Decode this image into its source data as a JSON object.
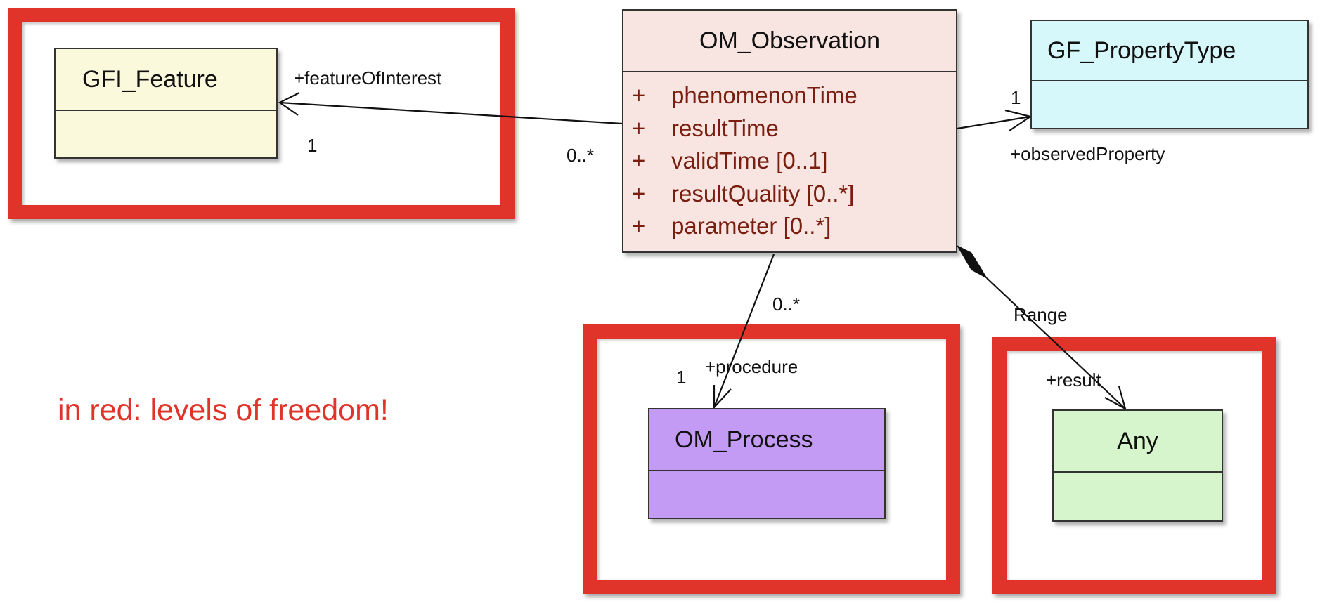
{
  "classes": {
    "gfi_feature": {
      "name": "GFI_Feature",
      "fill": "#fbf9dc"
    },
    "om_observation": {
      "name": "OM_Observation",
      "fill": "#f8e4e0",
      "attributes": [
        {
          "vis": "+",
          "label": "phenomenonTime"
        },
        {
          "vis": "+",
          "label": "resultTime"
        },
        {
          "vis": "+",
          "label": "validTime [0..1]"
        },
        {
          "vis": "+",
          "label": "resultQuality [0..*]"
        },
        {
          "vis": "+",
          "label": "parameter [0..*]"
        }
      ]
    },
    "gf_propertytype": {
      "name": "GF_PropertyType",
      "fill": "#d6f8fb"
    },
    "om_process": {
      "name": "OM_Process",
      "fill": "#c49bf4"
    },
    "any": {
      "name": "Any",
      "fill": "#d6f5cc"
    }
  },
  "associations": {
    "feature_of_interest": {
      "role": "+featureOfInterest",
      "target_mult": "1",
      "source_mult": "0..*"
    },
    "observed_property": {
      "role": "+observedProperty",
      "target_mult": "1"
    },
    "procedure": {
      "role": "+procedure",
      "target_mult": "1",
      "source_mult": "0..*"
    },
    "result": {
      "role": "+result",
      "name": "Range"
    }
  },
  "caption": "in red: levels of freedom!",
  "colors": {
    "highlight": "#e0342a",
    "attribute_text": "#7a1e10"
  }
}
